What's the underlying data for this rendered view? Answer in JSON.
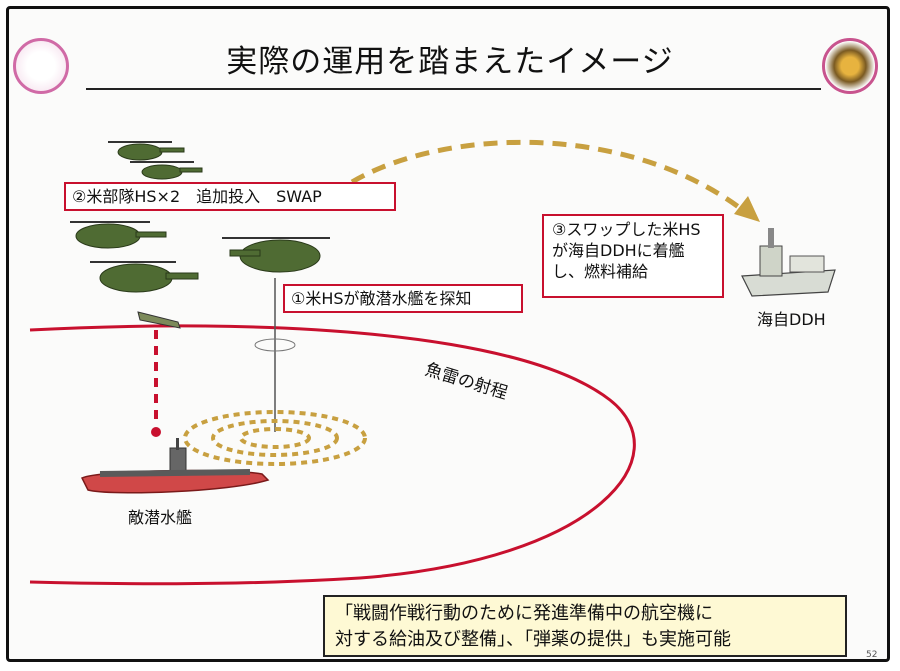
{
  "title": "実際の運用を踏まえたイメージ",
  "callouts": {
    "step2": "②米部隊HS×2　追加投入　SWAP",
    "step1": "①米HSが敵潜水艦を探知",
    "step3": "③スワップした米HSが海自DDHに着艦し、燃料補給"
  },
  "labels": {
    "ddh": "海自DDH",
    "submarine": "敵潜水艦",
    "torpedo_range": "魚雷の射程"
  },
  "bottom_note": {
    "line1": "「戦闘作戦行動のために発進準備中の航空機に",
    "line2": "対する給油及び整備」、「弾薬の提供」も実施可能"
  },
  "page_number": "52",
  "colors": {
    "red": "#c8102e",
    "swap_arrow": "#c8a040",
    "sonar": "#c8a040",
    "helicopter": "#4f6b33",
    "note_bg": "#fef9d4"
  }
}
